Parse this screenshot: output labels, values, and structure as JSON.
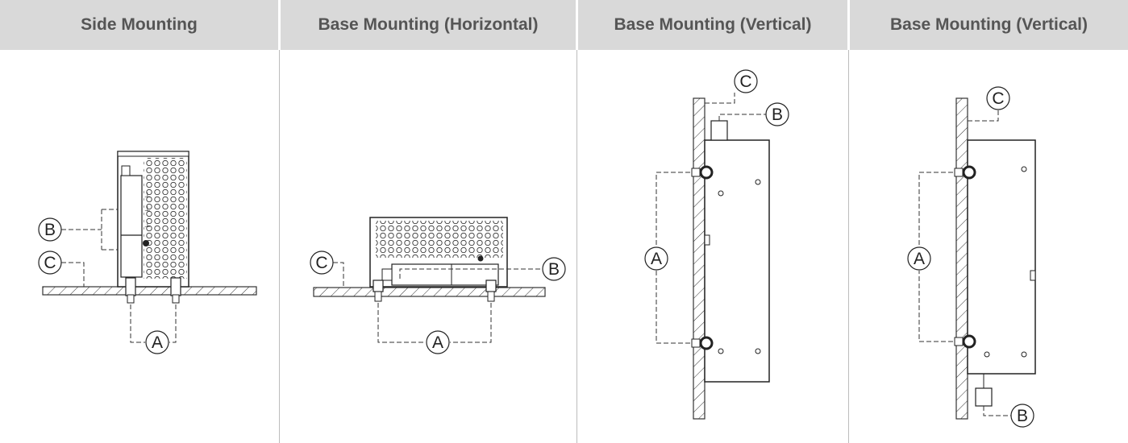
{
  "columns": [
    {
      "title": "Side Mounting"
    },
    {
      "title": "Base Mounting (Horizontal)"
    },
    {
      "title": "Base Mounting (Vertical)"
    },
    {
      "title": "Base Mounting (Vertical)"
    }
  ],
  "callouts": {
    "a": "A",
    "b": "B",
    "c": "C"
  }
}
